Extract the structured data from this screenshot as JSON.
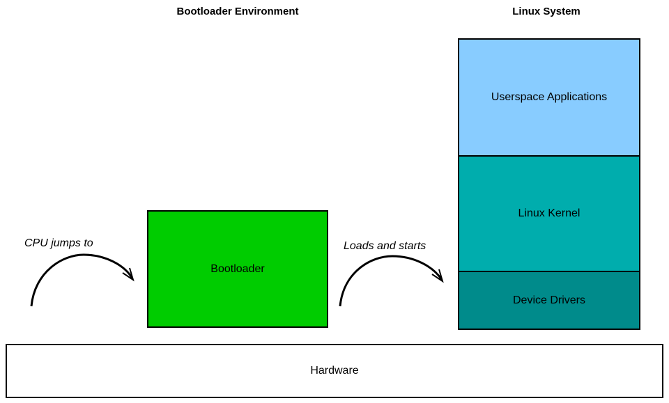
{
  "titles": {
    "bootloader_env": "Bootloader Environment",
    "linux_system": "Linux System"
  },
  "boxes": {
    "bootloader": "Bootloader",
    "userspace": "Userspace Applications",
    "kernel": "Linux Kernel",
    "drivers": "Device Drivers",
    "hardware": "Hardware"
  },
  "arrows": {
    "cpu_jumps": "CPU jumps to",
    "loads_starts": "Loads and starts"
  },
  "colors": {
    "bootloader": "#00cc00",
    "userspace": "#88ccff",
    "kernel": "#00adad",
    "drivers": "#008b8b",
    "hardware": "#ffffff"
  }
}
